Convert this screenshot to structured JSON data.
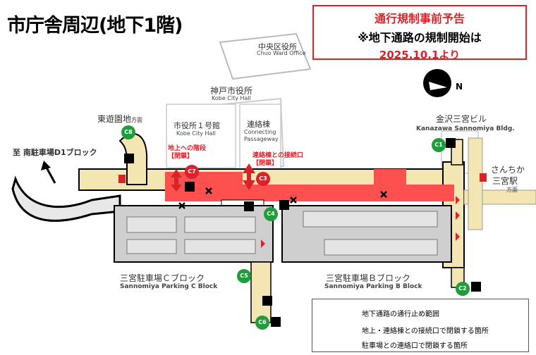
{
  "title": "市庁舎周辺(地下1階)",
  "notice": {
    "line1": "通行規制事前予告",
    "line2": "※地下通路の規制開始は",
    "line3": "2025.10.1より"
  },
  "north_label": "N",
  "buildings": {
    "chuo_jp": "中央区役所",
    "chuo_en": "Chuo Ward Office",
    "kobe_jp": "神戸市役所",
    "kobe_en": "Kobe City Hall",
    "hall1_jp": "市役所１号館",
    "hall1_en": "Kobe City Hall",
    "connect_jp": "連絡棟",
    "connect_en1": "Connecting",
    "connect_en2": "Passageway",
    "kanazawa_jp": "金沢三宮ビル",
    "kanazawa_en": "Kanazawa Sannomiya Bldg.",
    "park_jp": "東遊園地",
    "park_suffix": "方面",
    "sanchika": "さんちか",
    "sannomiya_st": "三宮駅",
    "sannomiya_suffix": "方面",
    "south_parking": "至 南駐車場D1ブロック",
    "parking_c_jp": "三宮駐車場Ｃブロック",
    "parking_c_en": "Sannomiya Parking C Block",
    "parking_b_jp": "三宮駐車場Ｂブロック",
    "parking_b_en": "Sannomiya Parking B Block"
  },
  "closures": {
    "stairs_l1": "地上への階段",
    "stairs_l2": "【閉鎖】",
    "connect_l1": "連絡棟との接続口",
    "connect_l2": "【閉鎖】"
  },
  "exits": {
    "c1": "C1",
    "c2": "C2",
    "c3": "C3",
    "c4": "C4",
    "c5": "C5",
    "c6": "C6",
    "c7": "C7",
    "c8": "C8"
  },
  "legend": {
    "closed_area": "地下通路の通行止め範囲",
    "closed_arrow": "地上・連絡棟との接続口で閉鎖する箇所",
    "closed_x": "駐車場との連絡口で閉鎖する箇所"
  },
  "colors": {
    "closed": "#ff5050",
    "legend_closed": "#ff6b6b",
    "exit_green": "#1f9d3a",
    "exit_red": "#d9232a",
    "passage_tan": "#f3e6b3",
    "parking_gray": "#cfcfcf"
  }
}
